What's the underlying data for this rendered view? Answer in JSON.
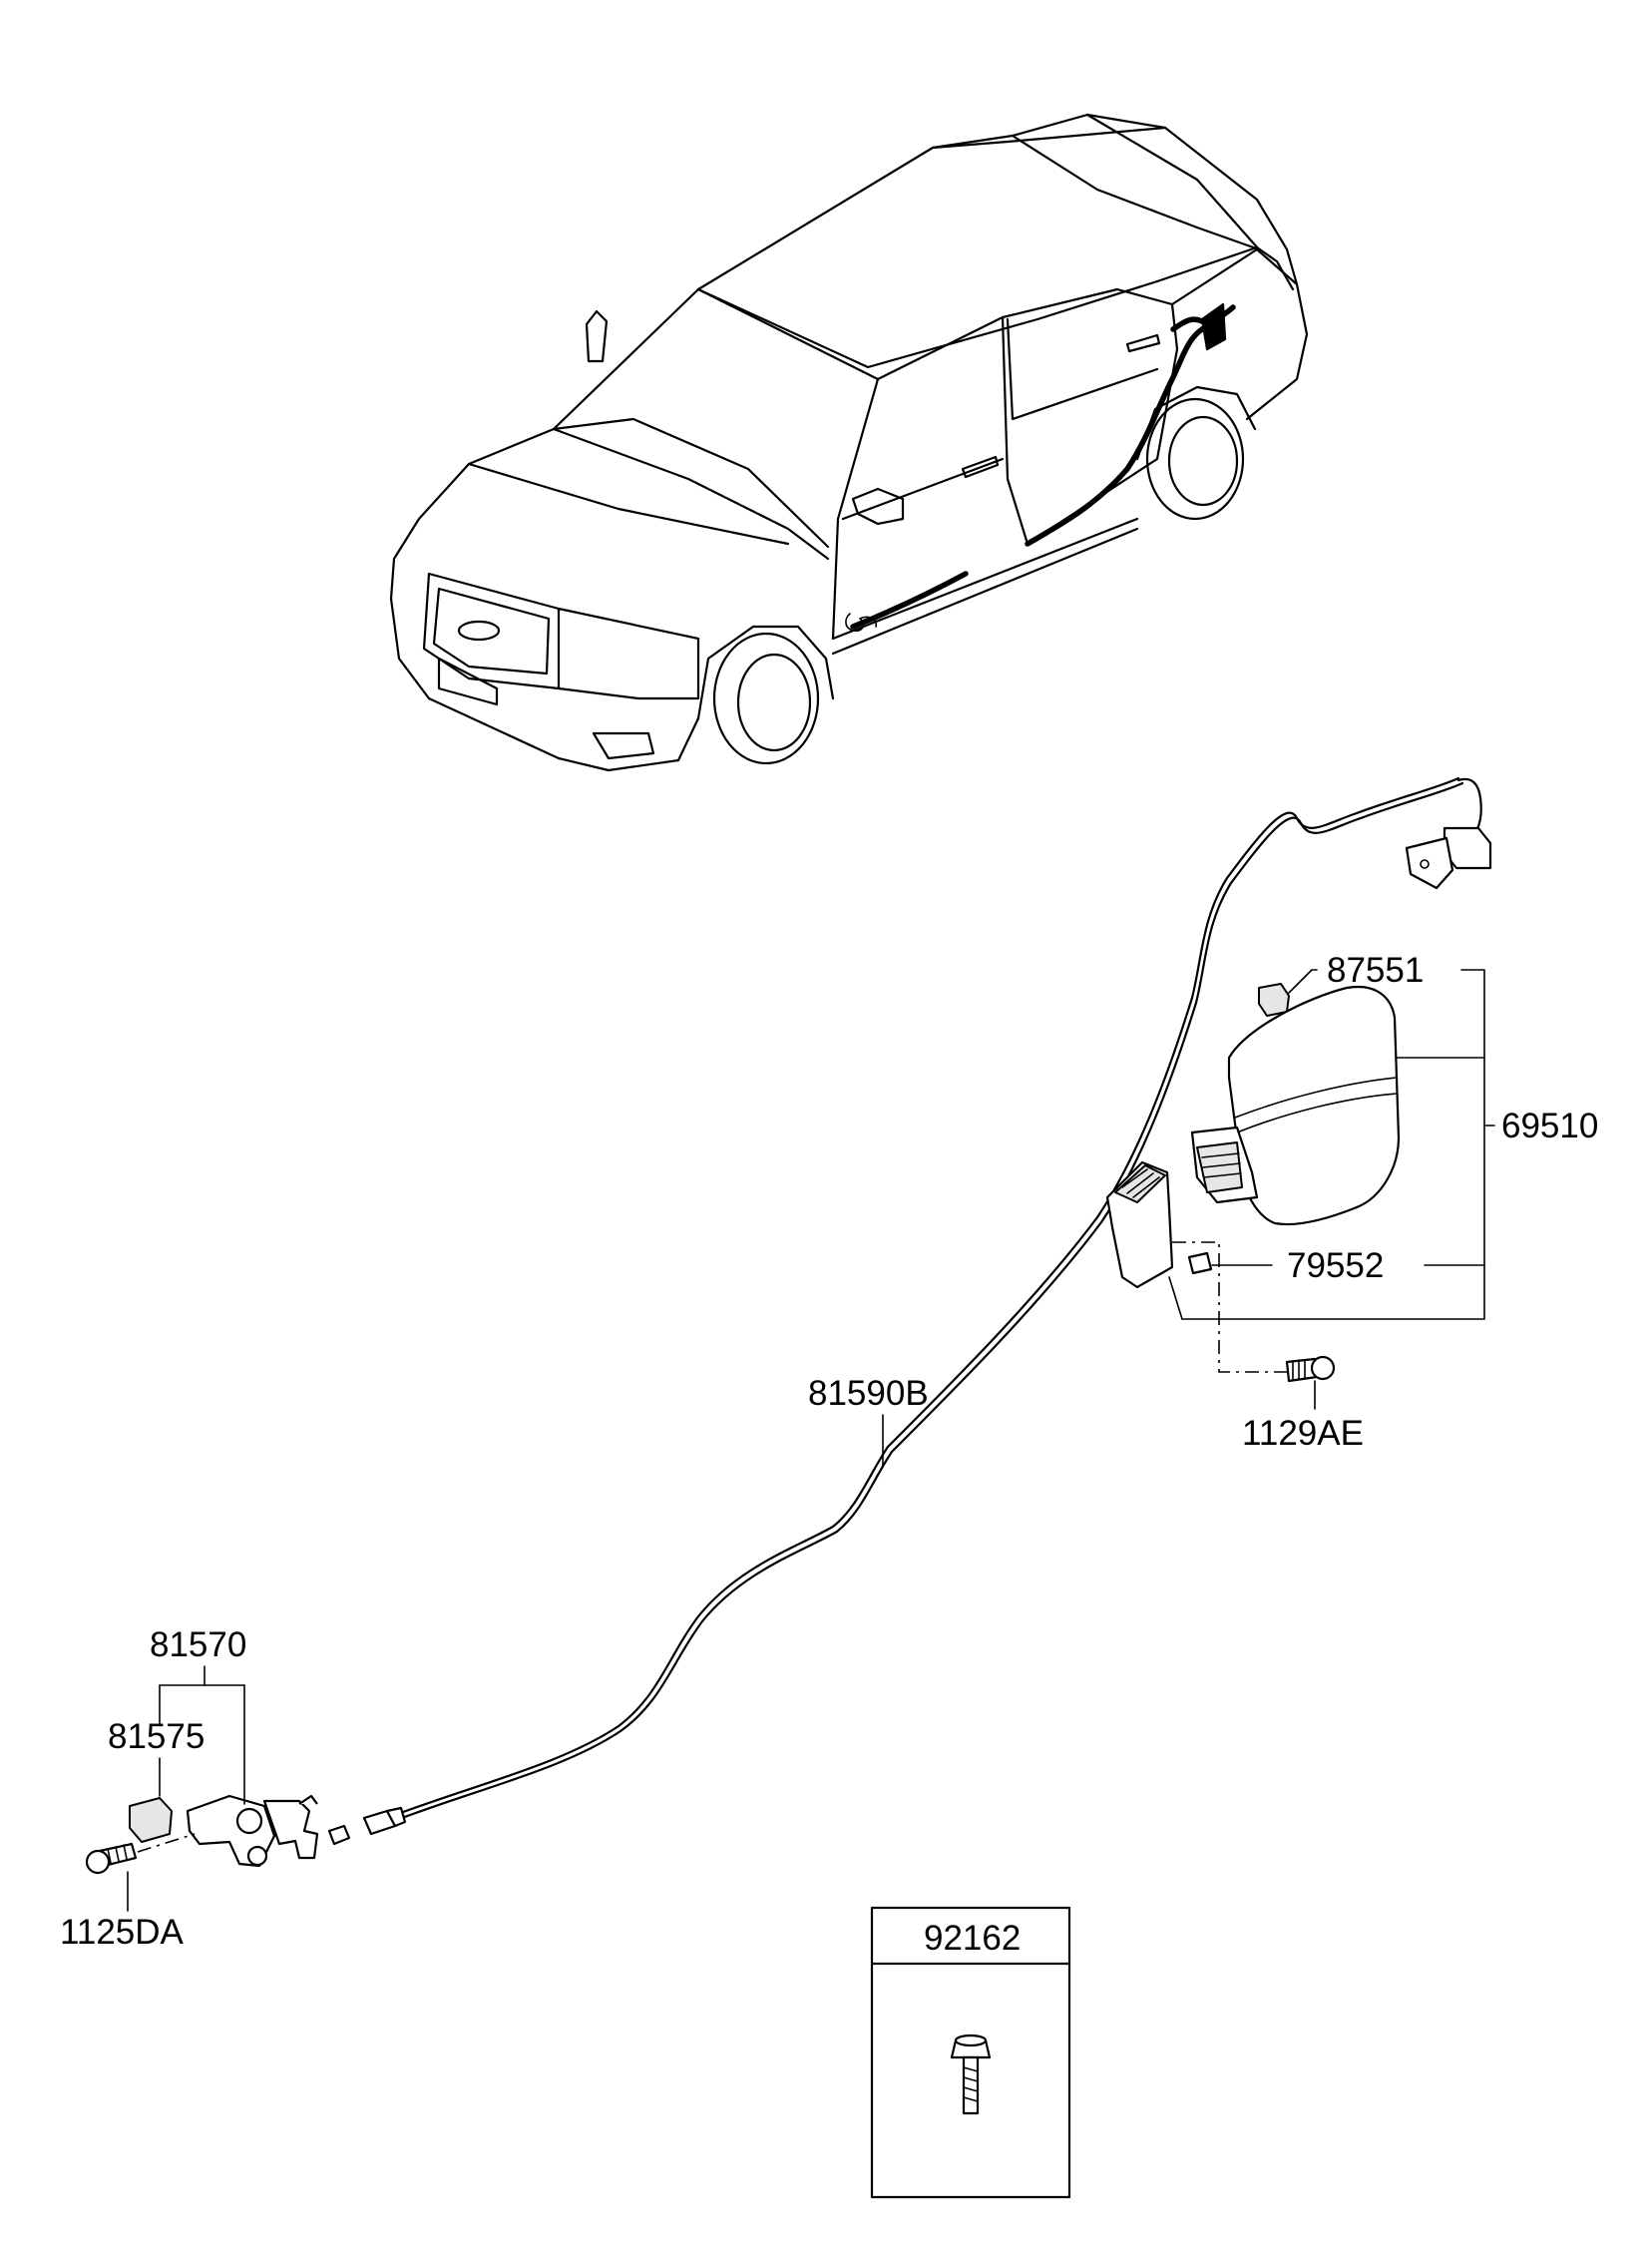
{
  "labels": {
    "p87551": "87551",
    "p69510": "69510",
    "p79552": "79552",
    "p1129AE": "1129AE",
    "p81590B": "81590B",
    "p81570": "81570",
    "p81575": "81575",
    "p1125DA": "1125DA",
    "p92162": "92162"
  },
  "icons": {
    "vehicle": "sedan-car-illustration",
    "cable": "fuel-filler-release-cable",
    "door": "fuel-filler-door",
    "lever": "release-lever-handle",
    "bolt": "bolt-icon"
  }
}
